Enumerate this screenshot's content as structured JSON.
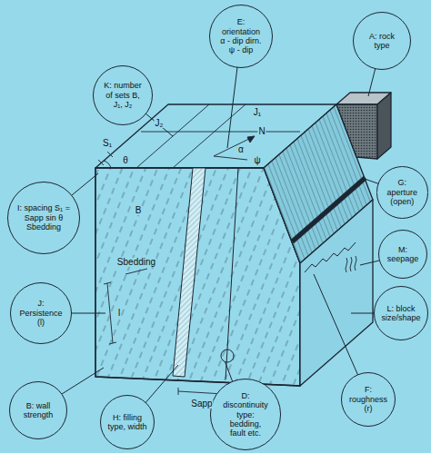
{
  "diagram": {
    "nodes": [
      {
        "text": [
          "E: orientation α - dip dirn. ψ - dip"
        ]
      },
      {
        "text": [
          "A: rock type"
        ]
      },
      {
        "text": [
          "K: number of sets B, J₁, J₂"
        ]
      },
      {
        "text": [
          "I: spacing S₁ = Sapp sin θ Sbedding"
        ]
      },
      {
        "text": [
          "G: aperture (open)"
        ]
      },
      {
        "text": [
          "M: seepage"
        ]
      },
      {
        "text": [
          "J: Persistence (l)"
        ]
      },
      {
        "text": [
          "L: block size/shape"
        ]
      },
      {
        "text": [
          "F: roughness (r)"
        ]
      },
      {
        "text": [
          "B: wall strength"
        ]
      },
      {
        "text": [
          "H: filling type, width"
        ]
      },
      {
        "text": [
          "D: discontinuity type: bedding, fault etc."
        ]
      }
    ],
    "labels": [
      "S₁",
      "θ",
      "J₂",
      "J₁",
      "N",
      "α",
      "ψ",
      "B",
      "Sbedding",
      "l",
      "Sapp"
    ]
  }
}
